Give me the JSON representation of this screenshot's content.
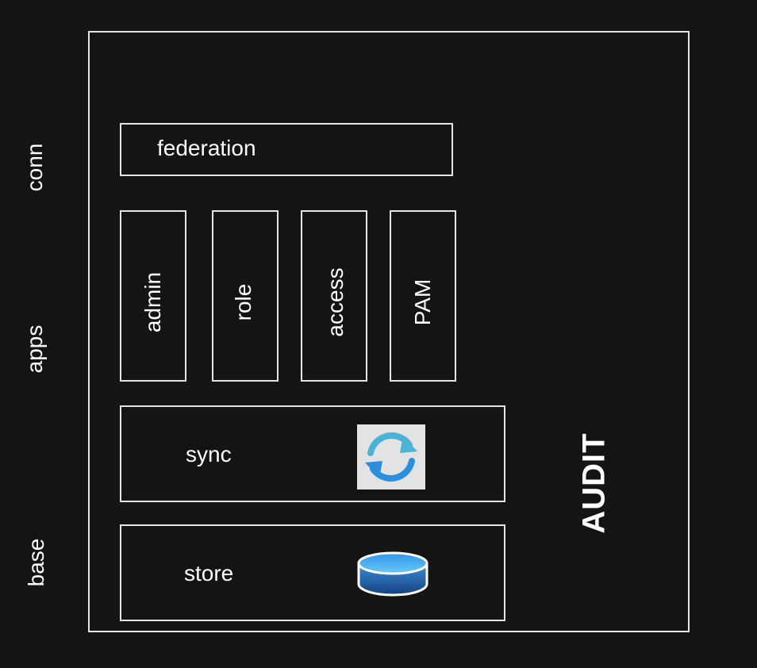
{
  "layers": {
    "conn": "conn",
    "apps": "apps",
    "base": "base"
  },
  "container": {
    "side_label": "AUDIT"
  },
  "components": {
    "federation": "federation",
    "admin": "admin",
    "role": "role",
    "access": "access",
    "pam": "PAM",
    "sync": "sync",
    "store": "store"
  },
  "icons": {
    "sync": "sync-icon",
    "store": "database-icon"
  },
  "colors": {
    "background": "#141414",
    "border": "#e6e6e6",
    "sync_icon_bg": "#e3e3e3",
    "sync_arrow_top": "#4bb3d6",
    "sync_arrow_bottom": "#2b8fe0",
    "db_top": "#3aa6ee",
    "db_body": "#1e5fa8"
  }
}
